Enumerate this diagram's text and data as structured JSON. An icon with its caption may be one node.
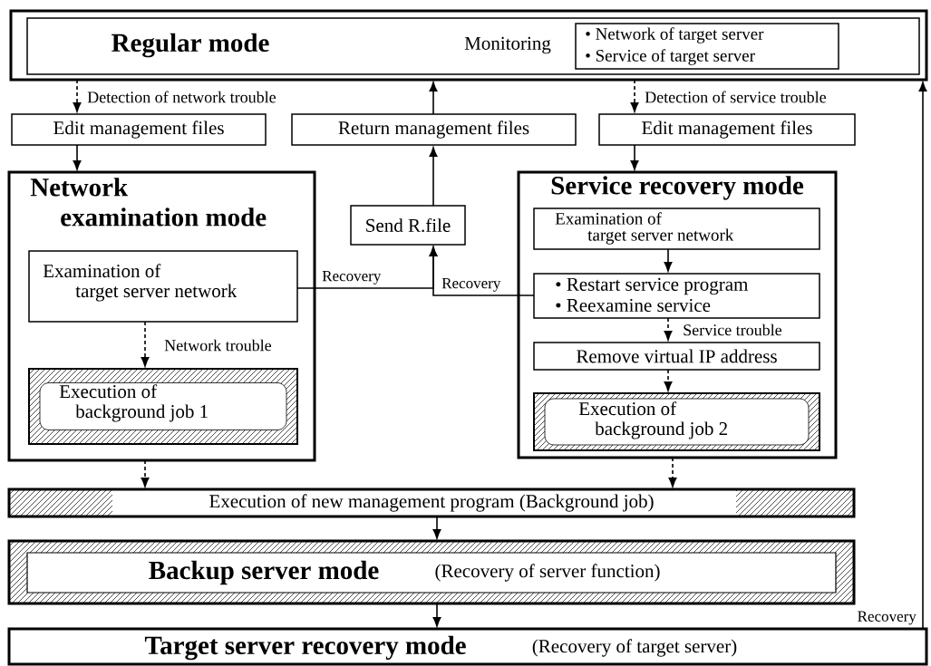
{
  "diagram": {
    "nodes": [
      {
        "text": [
          "Regular mode",
          "Monitoring"
        ]
      },
      {
        "text": [
          "• Network of target server",
          "• Service of target server"
        ],
        "in": 0
      },
      {
        "text": [
          "Edit management files"
        ]
      },
      {
        "text": [
          "Return management files"
        ]
      },
      {
        "text": [
          "Edit management files"
        ]
      },
      {
        "text": [
          "Network examination mode"
        ]
      },
      {
        "text": [
          "Examination of target server network"
        ],
        "in": 5
      },
      {
        "text": [
          "Execution of background job 1"
        ],
        "in": 5
      },
      {
        "text": [
          "Send R.file"
        ]
      },
      {
        "text": [
          "Service recovery mode"
        ]
      },
      {
        "text": [
          "Examination of target server network"
        ],
        "in": 9
      },
      {
        "text": [
          "• Restart service program",
          "• Reexamine service"
        ],
        "in": 9
      },
      {
        "text": [
          "Remove virtual IP address"
        ],
        "in": 9
      },
      {
        "text": [
          "Execution of background job 2"
        ],
        "in": 9
      },
      {
        "text": [
          "Execution of new management program (Background job)"
        ]
      },
      {
        "text": [
          "Backup server mode",
          "(Recovery of server function)"
        ]
      },
      {
        "text": [
          "Target server recovery mode",
          "(Recovery of target server)"
        ]
      }
    ],
    "edges": [
      {
        "from": 0,
        "to": 2,
        "arrow": "to",
        "style": "dashed",
        "label": "Detection of network trouble"
      },
      {
        "from": 2,
        "to": 5,
        "arrow": "to"
      },
      {
        "from": 8,
        "to": 3,
        "arrow": "to"
      },
      {
        "from": 3,
        "to": 0,
        "arrow": "to"
      },
      {
        "from": 0,
        "to": 4,
        "arrow": "to",
        "style": "dashed",
        "label": "Detection of service trouble"
      },
      {
        "from": 4,
        "to": 9,
        "arrow": "to"
      },
      {
        "from": 6,
        "to": 8,
        "arrow": "to",
        "label": "Recovery"
      },
      {
        "from": 11,
        "to": 8,
        "arrow": "to",
        "label": "Recovery"
      },
      {
        "from": 6,
        "to": 7,
        "arrow": "to",
        "style": "dashed",
        "label": "Network trouble"
      },
      {
        "from": 10,
        "to": 11,
        "arrow": "to"
      },
      {
        "from": 11,
        "to": 12,
        "arrow": "to",
        "style": "dashed",
        "label": "Service trouble"
      },
      {
        "from": 12,
        "to": 13,
        "arrow": "to",
        "style": "dashed"
      },
      {
        "from": 5,
        "to": 14,
        "arrow": "to",
        "style": "dashed"
      },
      {
        "from": 9,
        "to": 14,
        "arrow": "to",
        "style": "dashed"
      },
      {
        "from": 14,
        "to": 15,
        "arrow": "to"
      },
      {
        "from": 15,
        "to": 16,
        "arrow": "to"
      },
      {
        "from": 16,
        "to": 0,
        "arrow": "to",
        "label": "Recovery"
      }
    ]
  }
}
